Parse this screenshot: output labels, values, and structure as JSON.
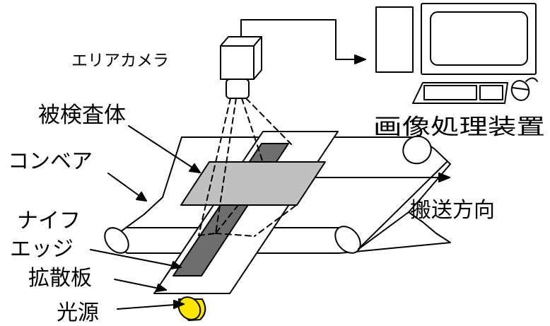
{
  "labels": {
    "area_camera": "エリアカメラ",
    "image_processor": "画像処理装置",
    "inspected_object": "被検査体",
    "conveyor": "コンベア",
    "transport_direction": "搬送方向",
    "knife_edge_line1": "ナイフ",
    "knife_edge_line2": "エッジ",
    "diffuser_plate": "拡散板",
    "light_source": "光源"
  },
  "colors": {
    "line": "#000000",
    "background": "#ffffff",
    "inspected_object_fill": "#c0c0c0",
    "knife_edge_fill": "#6e6e6e",
    "light_source_fill": "#ffe600"
  }
}
